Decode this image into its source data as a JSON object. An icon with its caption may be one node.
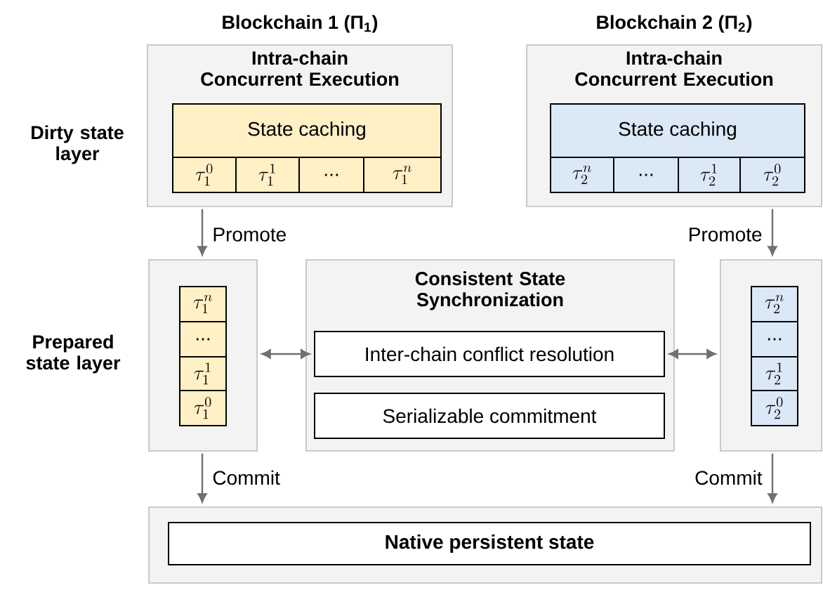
{
  "diagram": {
    "nodes": [
      {
        "text": [
          "**Blockchain 1 (Π$_{1}$)**",
          "Intra-chain Concurrent Execution"
        ]
      },
      {
        "text": [
          "State caching"
        ],
        "in": 0
      },
      {
        "text": [
          "\\tau_1^0"
        ],
        "in": 0
      },
      {
        "text": [
          "\\tau_1^1"
        ],
        "in": 0
      },
      {
        "text": [
          "..."
        ],
        "in": 0
      },
      {
        "text": [
          "\\tau_1^n"
        ],
        "in": 0
      },
      {
        "text": [
          "**Blockchain 2 (Π$_{2}$)**",
          "Intra-chain Concurrent Execution"
        ]
      },
      {
        "text": [
          "State caching"
        ],
        "in": 6
      },
      {
        "text": [
          "\\tau_2^n"
        ],
        "in": 6
      },
      {
        "text": [
          "..."
        ],
        "in": 6
      },
      {
        "text": [
          "\\tau_2^1"
        ],
        "in": 6
      },
      {
        "text": [
          "\\tau_2^0"
        ],
        "in": 6
      },
      {
        "text": [],
        "shape": "box"
      },
      {
        "text": [
          "\\tau_1^n"
        ],
        "in": 12
      },
      {
        "text": [
          "..."
        ],
        "in": 12
      },
      {
        "text": [
          "\\tau_1^1"
        ],
        "in": 12
      },
      {
        "text": [
          "\\tau_1^0"
        ],
        "in": 12
      },
      {
        "text": [
          "Consistent State Synchronization"
        ]
      },
      {
        "text": [
          "Inter-chain conflict resolution"
        ],
        "in": 17
      },
      {
        "text": [
          "Serializable commitment"
        ],
        "in": 17
      },
      {
        "text": [],
        "shape": "box"
      },
      {
        "text": [
          "\\tau_2^n"
        ],
        "in": 20
      },
      {
        "text": [
          "..."
        ],
        "in": 20
      },
      {
        "text": [
          "\\tau_2^1"
        ],
        "in": 20
      },
      {
        "text": [
          "\\tau_2^0"
        ],
        "in": 20
      },
      {
        "text": [],
        "shape": "box"
      },
      {
        "text": [
          "Native persistent state"
        ],
        "in": 25
      }
    ],
    "edges": [
      {
        "from": 0,
        "to": 12,
        "arrow": "to",
        "label": "Promote"
      },
      {
        "from": 6,
        "to": 20,
        "arrow": "to",
        "label": "Promote"
      },
      {
        "from": 12,
        "to": 18,
        "arrow": "both"
      },
      {
        "from": 18,
        "to": 20,
        "arrow": "both"
      },
      {
        "from": 12,
        "to": 25,
        "arrow": "to",
        "label": "Commit"
      },
      {
        "from": 20,
        "to": 25,
        "arrow": "to",
        "label": "Commit"
      }
    ],
    "labels": [
      "Dirty state layer",
      "Prepared state layer"
    ]
  }
}
